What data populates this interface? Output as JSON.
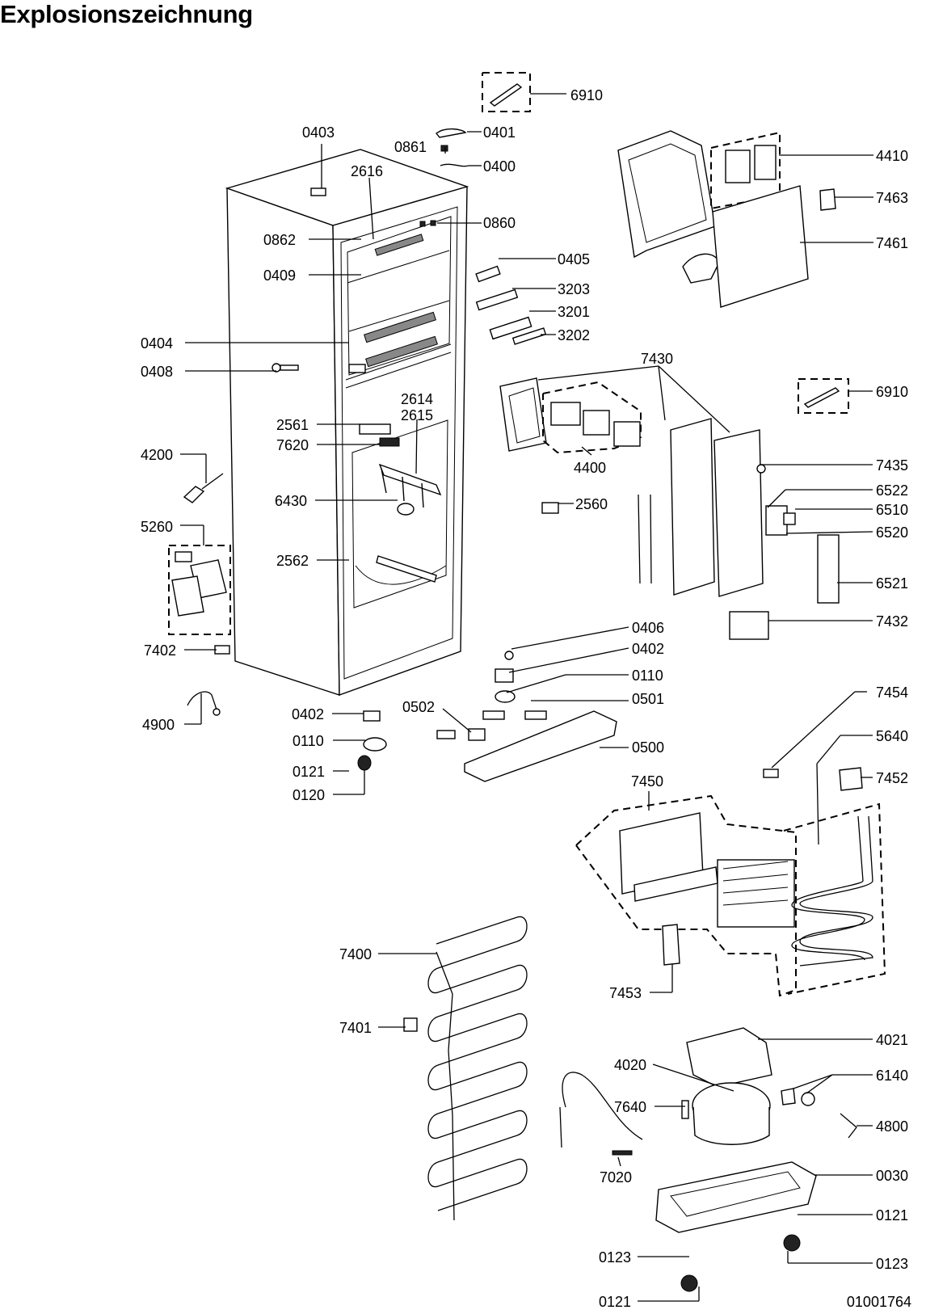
{
  "title": "Explosionszeichnung",
  "document_number": "01001764",
  "callouts": [
    {
      "id": "c6910a",
      "text": "6910"
    },
    {
      "id": "c0403",
      "text": "0403"
    },
    {
      "id": "c0401",
      "text": "0401"
    },
    {
      "id": "c0861",
      "text": "0861"
    },
    {
      "id": "c0400",
      "text": "0400"
    },
    {
      "id": "c2616",
      "text": "2616"
    },
    {
      "id": "c0860",
      "text": "0860"
    },
    {
      "id": "c0862",
      "text": "0862"
    },
    {
      "id": "c0409",
      "text": "0409"
    },
    {
      "id": "c0405",
      "text": "0405"
    },
    {
      "id": "c3203",
      "text": "3203"
    },
    {
      "id": "c3201",
      "text": "3201"
    },
    {
      "id": "c3202",
      "text": "3202"
    },
    {
      "id": "c0404",
      "text": "0404"
    },
    {
      "id": "c0408",
      "text": "0408"
    },
    {
      "id": "c4410",
      "text": "4410"
    },
    {
      "id": "c7463",
      "text": "7463"
    },
    {
      "id": "c7461",
      "text": "7461"
    },
    {
      "id": "c7430",
      "text": "7430"
    },
    {
      "id": "c6910b",
      "text": "6910"
    },
    {
      "id": "c2614",
      "text": "2614"
    },
    {
      "id": "c2615",
      "text": "2615"
    },
    {
      "id": "c2561",
      "text": "2561"
    },
    {
      "id": "c7620",
      "text": "7620"
    },
    {
      "id": "c4200",
      "text": "4200"
    },
    {
      "id": "c4400",
      "text": "4400"
    },
    {
      "id": "c7435",
      "text": "7435"
    },
    {
      "id": "c6522",
      "text": "6522"
    },
    {
      "id": "c6430",
      "text": "6430"
    },
    {
      "id": "c2560",
      "text": "2560"
    },
    {
      "id": "c6510",
      "text": "6510"
    },
    {
      "id": "c5260",
      "text": "5260"
    },
    {
      "id": "c6520",
      "text": "6520"
    },
    {
      "id": "c2562",
      "text": "2562"
    },
    {
      "id": "c6521",
      "text": "6521"
    },
    {
      "id": "c7432",
      "text": "7432"
    },
    {
      "id": "c0406",
      "text": "0406"
    },
    {
      "id": "c7402",
      "text": "7402"
    },
    {
      "id": "c0402a",
      "text": "0402"
    },
    {
      "id": "c0110a",
      "text": "0110"
    },
    {
      "id": "c0501",
      "text": "0501"
    },
    {
      "id": "c0502",
      "text": "0502"
    },
    {
      "id": "c0402b",
      "text": "0402"
    },
    {
      "id": "c4900",
      "text": "4900"
    },
    {
      "id": "c7454",
      "text": "7454"
    },
    {
      "id": "c0500",
      "text": "0500"
    },
    {
      "id": "c0110b",
      "text": "0110"
    },
    {
      "id": "c5640",
      "text": "5640"
    },
    {
      "id": "c0121a",
      "text": "0121"
    },
    {
      "id": "c7452",
      "text": "7452"
    },
    {
      "id": "c0120",
      "text": "0120"
    },
    {
      "id": "c7450",
      "text": "7450"
    },
    {
      "id": "c7400",
      "text": "7400"
    },
    {
      "id": "c7453",
      "text": "7453"
    },
    {
      "id": "c7401",
      "text": "7401"
    },
    {
      "id": "c4021",
      "text": "4021"
    },
    {
      "id": "c4020",
      "text": "4020"
    },
    {
      "id": "c6140",
      "text": "6140"
    },
    {
      "id": "c7640",
      "text": "7640"
    },
    {
      "id": "c4800",
      "text": "4800"
    },
    {
      "id": "c7020",
      "text": "7020"
    },
    {
      "id": "c0030",
      "text": "0030"
    },
    {
      "id": "c0121b",
      "text": "0121"
    },
    {
      "id": "c0123a",
      "text": "0123"
    },
    {
      "id": "c0123b",
      "text": "0123"
    },
    {
      "id": "c0121c",
      "text": "0121"
    }
  ]
}
